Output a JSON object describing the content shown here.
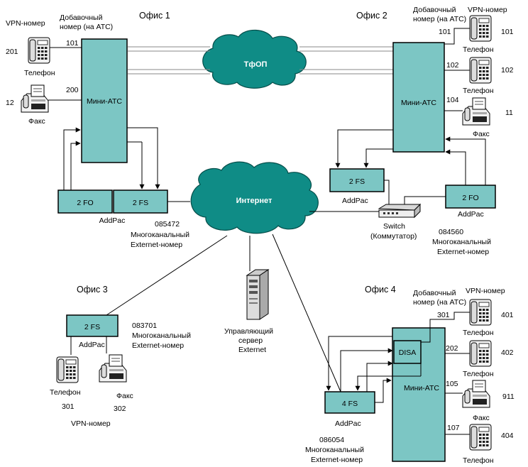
{
  "office1": {
    "title": "Офис 1",
    "vpn_header": "VPN-номер",
    "ext_header_1": "Добавочный",
    "ext_header_2": "номер (на АТС)",
    "phone_vpn": "201",
    "phone_ext": "101",
    "phone_label": "Телефон",
    "fax_vpn": "12",
    "fax_ext": "200",
    "fax_label": "Факс",
    "pbx_label": "Мини-АТС",
    "fo_label": "2 FO",
    "fs_label": "2 FS",
    "addpac_label": "AddPac",
    "ext_number": "085472",
    "ext_desc_1": "Многоканальный",
    "ext_desc_2": "Externet-номер"
  },
  "office2": {
    "title": "Офис 2",
    "ext_header_1": "Добавочный",
    "ext_header_2": "номер (на АТС)",
    "vpn_header": "VPN-номер",
    "phone1_ext": "101",
    "phone1_vpn": "101",
    "phone1_label": "Телефон",
    "phone2_ext": "102",
    "phone2_vpn": "102",
    "phone2_label": "Телефон",
    "fax_ext": "104",
    "fax_vpn": "11",
    "fax_label": "Факс",
    "pbx_label": "Мини-АТС",
    "fs_label": "2 FS",
    "fs_addpac": "AddPac",
    "fo_label": "2 FO",
    "fo_addpac": "AddPac",
    "switch_label_1": "Switch",
    "switch_label_2": "(Коммутатор)",
    "ext_number": "084560",
    "ext_desc_1": "Многоканальный",
    "ext_desc_2": "Externet-номер"
  },
  "office3": {
    "title": "Офис 3",
    "fs_label": "2 FS",
    "addpac_label": "AddPac",
    "ext_number": "083701",
    "ext_desc_1": "Многоканальный",
    "ext_desc_2": "Externet-номер",
    "phone_label": "Телефон",
    "phone_vpn": "301",
    "fax_label": "Факс",
    "fax_vpn": "302",
    "vpn_header": "VPN-номер"
  },
  "office4": {
    "title": "Офис 4",
    "ext_header_1": "Добавочный",
    "ext_header_2": "номер (на АТС)",
    "vpn_header": "VPN-номер",
    "disa_label": "DISA",
    "pbx_label": "Мини-АТС",
    "fs_label": "4 FS",
    "addpac_label": "AddPac",
    "ext_number": "086054",
    "ext_desc_1": "Многоканальный",
    "ext_desc_2": "Externet-номер",
    "phone1_ext": "301",
    "phone1_vpn": "401",
    "phone1_label": "Телефон",
    "phone2_ext": "202",
    "phone2_vpn": "402",
    "phone2_label": "Телефон",
    "fax_ext": "105",
    "fax_vpn": "911",
    "fax_label": "Факс",
    "phone3_ext": "107",
    "phone3_vpn": "404",
    "phone3_label": "Телефон"
  },
  "network": {
    "pstn_label": "ТфОП",
    "internet_label": "Интернет",
    "server_label_1": "Управляющий",
    "server_label_2": "сервер",
    "server_label_3": "Externet"
  },
  "colors": {
    "box_fill": "#7cc6c4",
    "cloud_fill": "#0f8c86"
  }
}
